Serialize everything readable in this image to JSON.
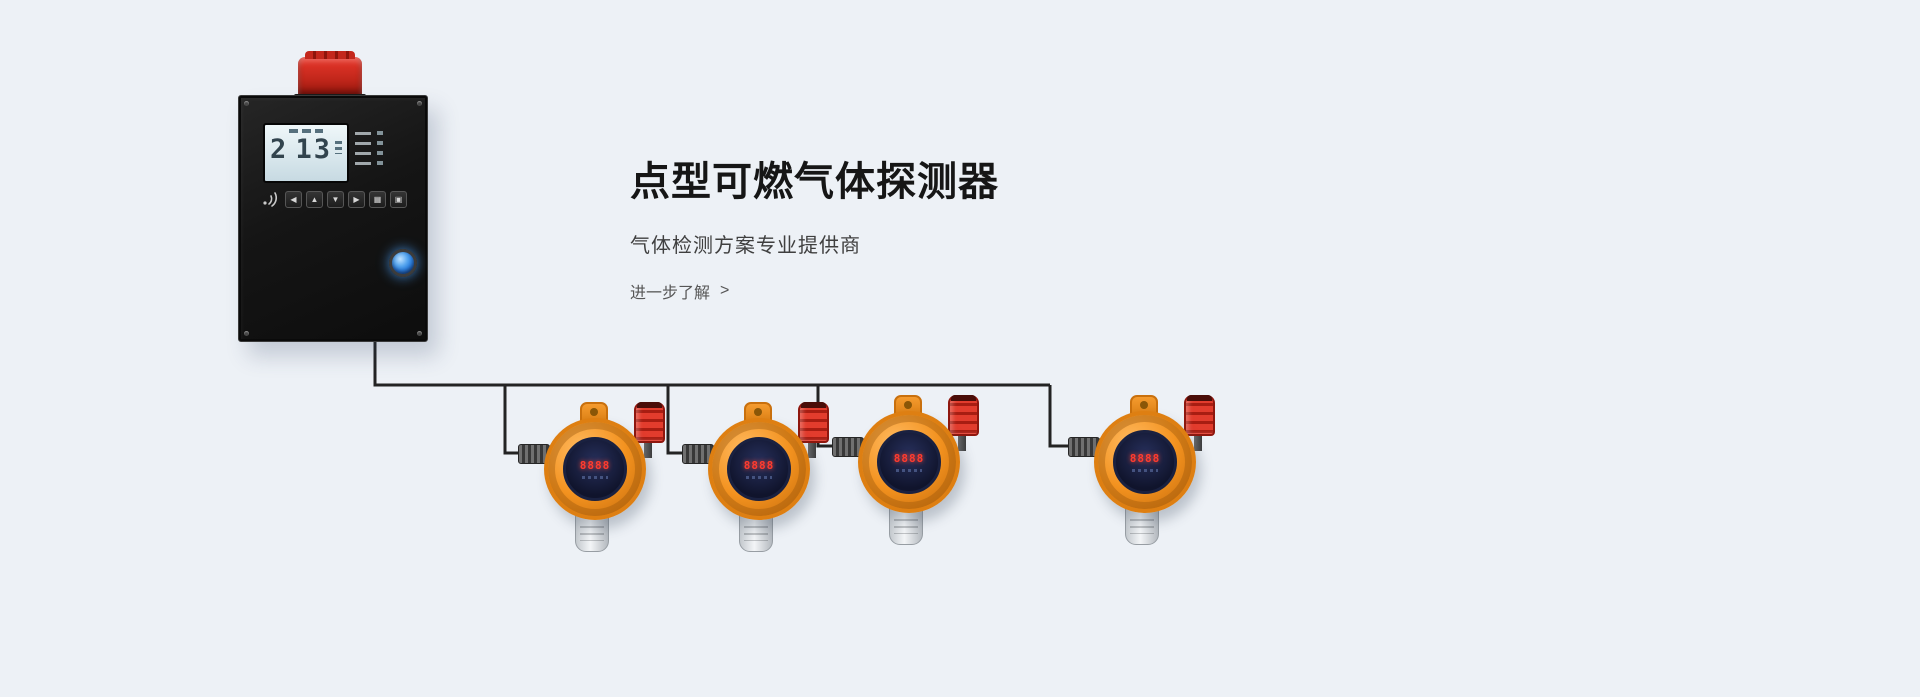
{
  "page": {
    "background_color": "#edf1f6"
  },
  "hero": {
    "title": "点型可燃气体探测器",
    "subtitle": "气体检测方案专业提供商",
    "cta_label": "进一步了解",
    "cta_arrow": ">"
  },
  "controller": {
    "lcd_value_left": "2",
    "lcd_value_right": "13",
    "buttons": [
      "◀",
      "▲",
      "▼",
      "▶",
      "▦",
      "▣"
    ],
    "colors": {
      "cabinet": "#181818",
      "alarm_strobe": "#cf2318",
      "lcd_background": "#e7f1f4",
      "lcd_digits": "#32444e",
      "power_button": "#2f82df"
    }
  },
  "network": {
    "wire_color": "#232323",
    "detector_count": 4
  },
  "detectors": {
    "items": [
      {
        "reading": "8888"
      },
      {
        "reading": "8888"
      },
      {
        "reading": "8888"
      },
      {
        "reading": "8888"
      }
    ],
    "colors": {
      "body": "#f08c1e",
      "display": "#131b38",
      "digits": "#ff3b2f",
      "beacon": "#d6281e",
      "sensor": "#d8dce0"
    }
  }
}
